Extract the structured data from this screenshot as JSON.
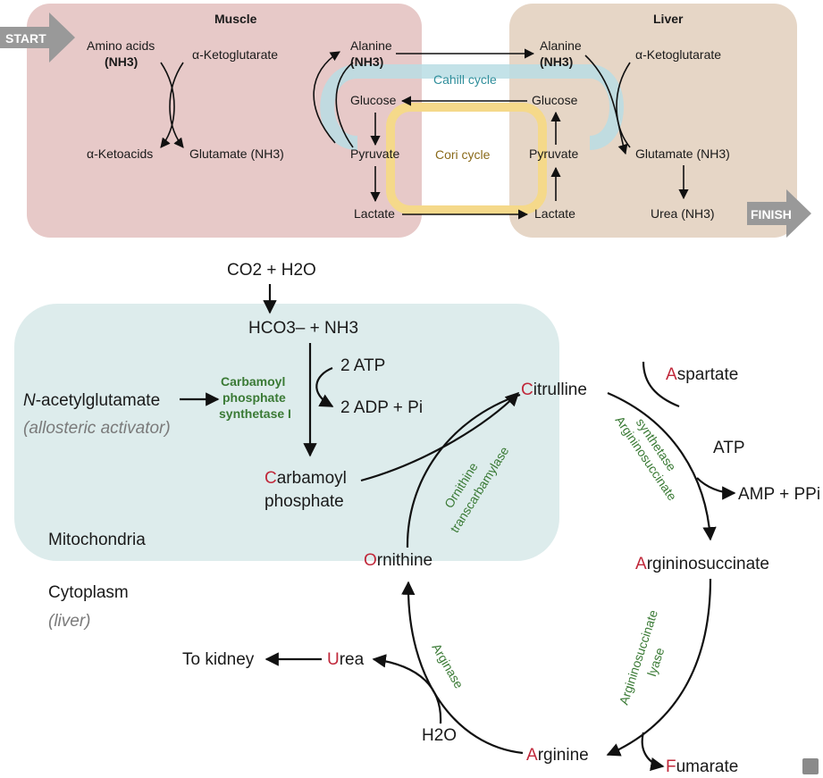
{
  "panel_top": {
    "muscle_label": "Muscle",
    "liver_label": "Liver",
    "start_label": "START",
    "finish_label": "FINISH",
    "muscle": {
      "amino_acids": "Amino acids",
      "nh3": "(NH3)",
      "a_ketoglutarate": "α-Ketoglutarate",
      "a_ketoacids": "α-Ketoacids",
      "glutamate": "Glutamate (NH3)",
      "alanine": "Alanine",
      "glucose": "Glucose",
      "pyruvate": "Pyruvate",
      "lactate": "Lactate"
    },
    "liver": {
      "alanine": "Alanine",
      "nh3": "(NH3)",
      "a_ketoglutarate": "α-Ketoglutarate",
      "glucose": "Glucose",
      "pyruvate": "Pyruvate",
      "lactate": "Lactate",
      "glutamate": "Glutamate (NH3)",
      "urea": "Urea (NH3)"
    },
    "cahill_cycle": "Cahill cycle",
    "cori_cycle": "Cori cycle"
  },
  "panel_bottom": {
    "co2_h2o": "CO2 + H2O",
    "hco3_nh3": "HCO3– + NH3",
    "two_atp": "2 ATP",
    "two_adp_pi": "2 ADP + Pi",
    "cps_enzyme_line1": "Carbamoyl",
    "cps_enzyme_line2": "phosphate",
    "cps_enzyme_line3": "synthetase I",
    "n_acetylglutamate_italic": "N",
    "n_acetylglutamate_rest": "-acetylglutamate",
    "allosteric_activator": "(allosteric activator)",
    "carbamoyl_first": "C",
    "carbamoyl_rest": "arbamoyl",
    "phosphate": "phosphate",
    "citrulline_first": "C",
    "citrulline_rest": "itrulline",
    "aspartate_first": "A",
    "aspartate_rest": "spartate",
    "atp": "ATP",
    "amp_ppi": "AMP + PPi",
    "argininosuccinate_first": "A",
    "argininosuccinate_rest": "rgininosuccinate",
    "arginine_first": "A",
    "arginine_rest": "rginine",
    "fumarate_first": "F",
    "fumarate_rest": "umarate",
    "ornithine_first": "O",
    "ornithine_rest": "rnithine",
    "urea_first": "U",
    "urea_rest": "rea",
    "to_kidney": "To kidney",
    "h2o": "H2O",
    "enzyme_otc_line1": "Ornithine",
    "enzyme_otc_line2": "transcarbamylase",
    "enzyme_ass_line1": "Argininosuccinate",
    "enzyme_ass_line2": "synthetase",
    "enzyme_asl_line1": "Argininosuccinate",
    "enzyme_asl_line2": "lyase",
    "enzyme_arginase": "Arginase",
    "mitochondria": "Mitochondria",
    "cytoplasm": "Cytoplasm",
    "liver": "(liver)"
  },
  "colors": {
    "muscle_bg": "#e7c9c8",
    "liver_bg": "#e6d6c6",
    "mito_bg": "#ddecec",
    "cahill_band": "#b8dde4",
    "cori_band": "#f5d98a",
    "arrow_grey": "#9a9a9a",
    "enzyme_green": "#3a7a35",
    "letter_red": "#c0283a"
  }
}
